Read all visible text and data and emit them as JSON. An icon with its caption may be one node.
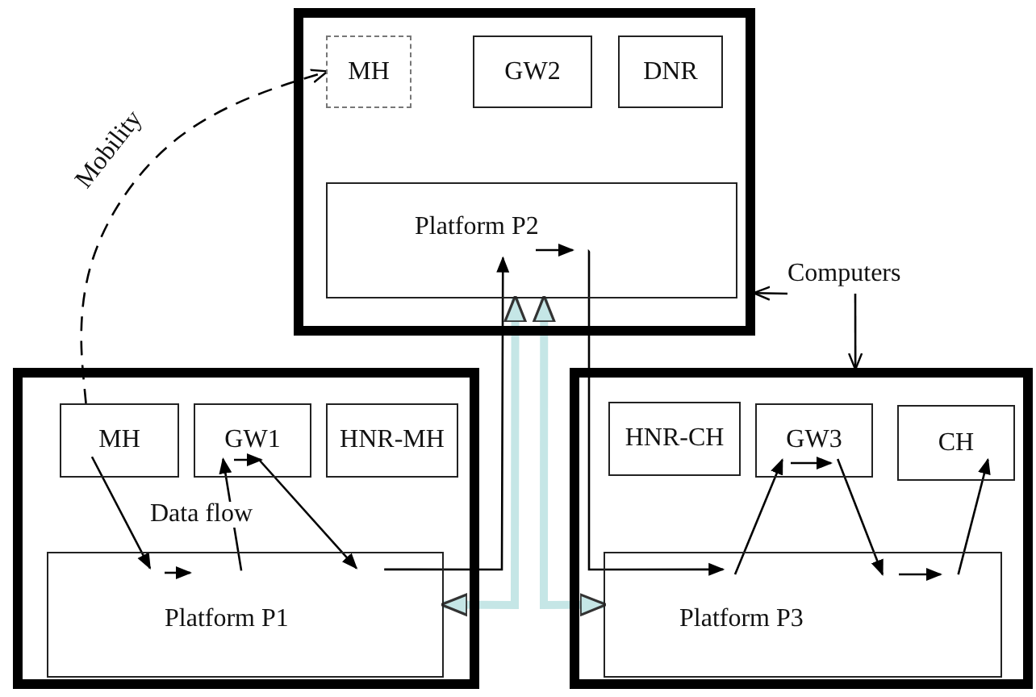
{
  "diagram": {
    "nodes": [
      {
        "text": [],
        "shape": "box"
      },
      {
        "text": [
          "MH"
        ],
        "in": 0
      },
      {
        "text": [
          "GW2"
        ],
        "in": 0
      },
      {
        "text": [
          "DNR"
        ],
        "in": 0
      },
      {
        "text": [
          "Platform P2"
        ],
        "in": 0
      },
      {
        "text": [],
        "shape": "box"
      },
      {
        "text": [
          "MH"
        ],
        "in": 5
      },
      {
        "text": [
          "GW1"
        ],
        "in": 5
      },
      {
        "text": [
          "HNR-MH"
        ],
        "in": 5
      },
      {
        "text": [
          "Platform P1"
        ],
        "in": 5
      },
      {
        "text": [],
        "shape": "box"
      },
      {
        "text": [
          "HNR-CH"
        ],
        "in": 10
      },
      {
        "text": [
          "GW3"
        ],
        "in": 10
      },
      {
        "text": [
          "CH"
        ],
        "in": 10
      },
      {
        "text": [
          "Platform P3"
        ],
        "in": 10
      },
      {
        "text": [
          "Computers"
        ]
      }
    ],
    "edges": [
      {
        "from": 6,
        "to": 1,
        "arrow": "to",
        "label": "Mobility",
        "style": "dashed"
      },
      {
        "from": 6,
        "to": 9,
        "arrow": "to"
      },
      {
        "from": 9,
        "to": 7,
        "arrow": "to"
      },
      {
        "from": 7,
        "to": 9,
        "arrow": "to"
      },
      {
        "from": 9,
        "to": 4,
        "arrow": "to"
      },
      {
        "from": 4,
        "to": 14,
        "arrow": "to"
      },
      {
        "from": 14,
        "to": 12,
        "arrow": "to"
      },
      {
        "from": 12,
        "to": 14,
        "arrow": "to"
      },
      {
        "from": 14,
        "to": 13,
        "arrow": "to"
      },
      {
        "from": 4,
        "to": 9,
        "arrow": "both",
        "style": "thick",
        "color": "#c5e6e6"
      },
      {
        "from": 4,
        "to": 14,
        "arrow": "both",
        "style": "thick",
        "color": "#c5e6e6"
      },
      {
        "from": 15,
        "to": 0,
        "arrow": "to"
      },
      {
        "from": 15,
        "to": 10,
        "arrow": "to"
      }
    ],
    "labels": [
      "Data flow"
    ]
  }
}
